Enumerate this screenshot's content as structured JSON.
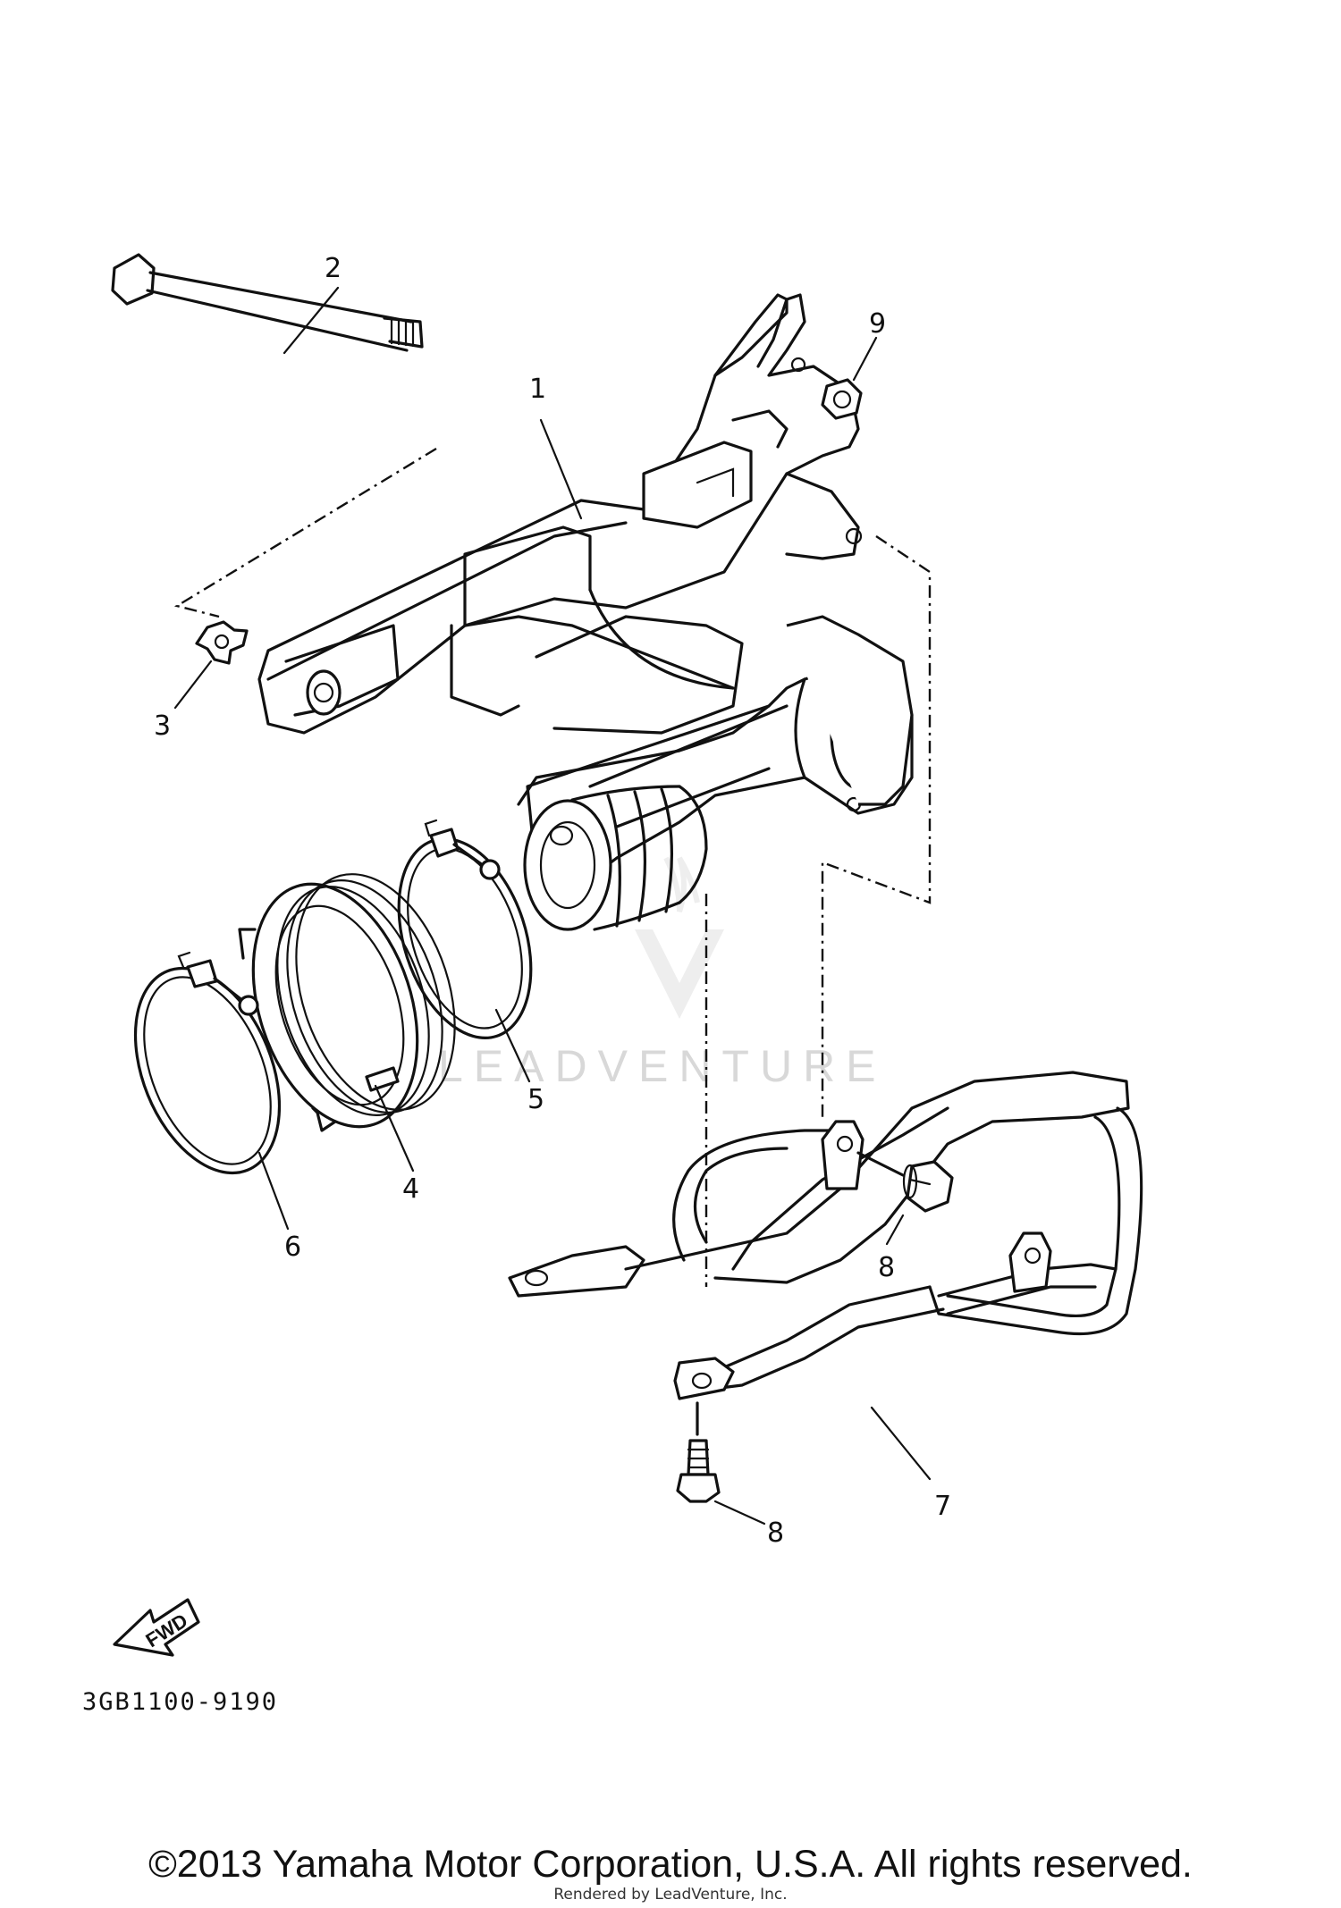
{
  "diagram": {
    "callouts": [
      "1",
      "2",
      "3",
      "4",
      "5",
      "6",
      "7",
      "8",
      "8",
      "9"
    ],
    "drawing_code": "3GB1100-9190",
    "fwd_label": "FWD",
    "watermark": "LEADVENTURE"
  },
  "footer": {
    "copyright": "©2013 Yamaha Motor Corporation, U.S.A. All rights reserved.",
    "rendered_by": "Rendered by LeadVenture, Inc."
  }
}
